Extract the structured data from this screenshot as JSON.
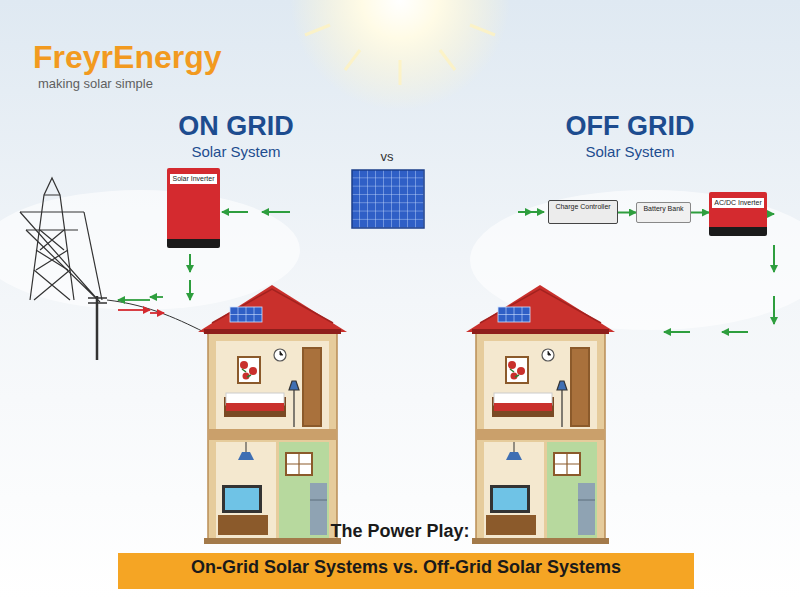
{
  "diagram": {
    "title": "The Power Play:",
    "nodes": [
      {
        "text": [
          "Solar Inverter"
        ]
      },
      {
        "text": [
          "Charge Controller"
        ]
      },
      {
        "text": [
          "Battery Bank"
        ]
      },
      {
        "text": [
          "AC/DC Inverter"
        ]
      },
      {
        "text": [
          "On-Grid Solar Systems vs. Off-Grid Solar Systems"
        ]
      }
    ],
    "edges": [
      {
        "from": 1,
        "to": 2,
        "arrow": "to"
      },
      {
        "from": 2,
        "to": 3,
        "arrow": "to"
      }
    ],
    "labels": [
      "FreyrEnergy",
      "making solar simple",
      "ON GRID",
      "Solar System",
      "vs",
      "OFF GRID",
      "Solar System"
    ]
  }
}
